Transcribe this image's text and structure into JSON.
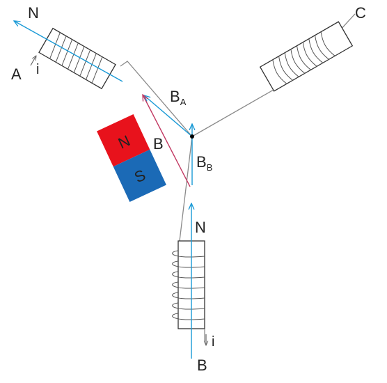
{
  "colors": {
    "field_line": "#1a9ad6",
    "resultant": "#c23a63",
    "magnet_north": "#e8121c",
    "magnet_south": "#1b6ab6",
    "wire": "#8a8a8a",
    "coil": "#555555"
  },
  "labels": {
    "coil_a_pole": "N",
    "coil_a_name": "A",
    "coil_a_current": "i",
    "coil_b_pole": "N",
    "coil_b_name": "B",
    "coil_b_current": "i",
    "coil_c_name": "C",
    "field_a_main": "B",
    "field_a_sub": "A",
    "field_b_main": "B",
    "field_b_sub": "B",
    "resultant": "B",
    "magnet_north": "N",
    "magnet_south": "S"
  }
}
